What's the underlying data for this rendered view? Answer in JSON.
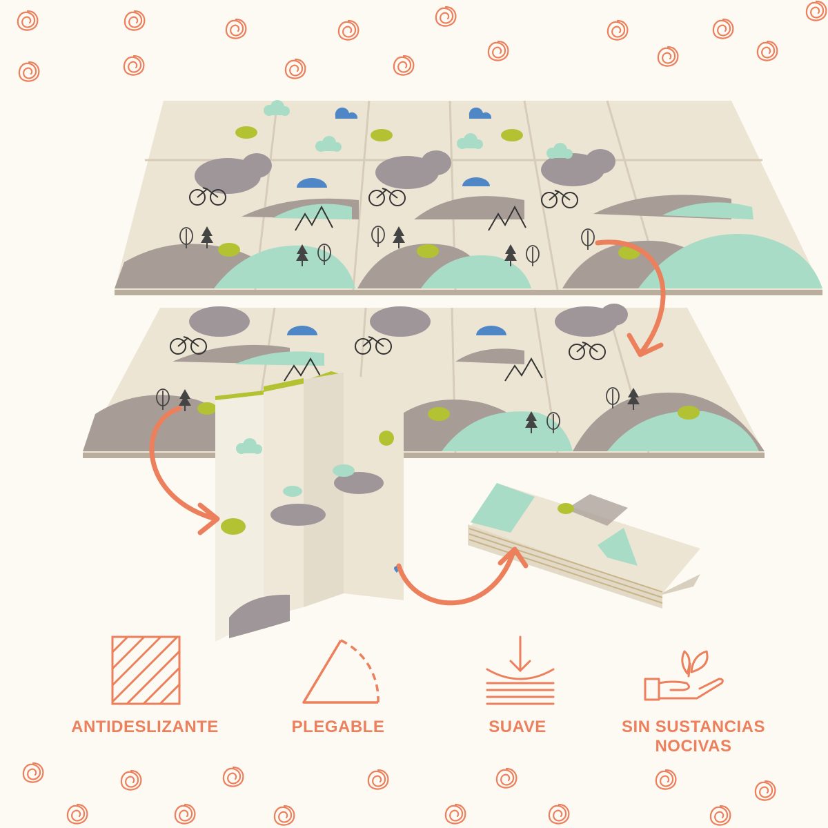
{
  "colors": {
    "background": "#fdfaf4",
    "accent": "#ec7f5c",
    "mat_cream": "#ede5d3",
    "mat_edge": "#b9ad9d",
    "hill_grey": "#a89c97",
    "hill_mint": "#a9dcc6",
    "elephant_grey": "#9f969a",
    "leaf_green": "#b3c232",
    "rain_blue": "#4f86c6"
  },
  "features": [
    {
      "icon": "diagonal-lines-square-icon",
      "label": "ANTIDESLIZANTE"
    },
    {
      "icon": "folding-triangle-icon",
      "label": "PLEGABLE"
    },
    {
      "icon": "soft-layers-arrow-icon",
      "label": "SUAVE"
    },
    {
      "icon": "hand-leaves-icon",
      "label": "SIN SUSTANCIAS\nNOCIVAS"
    }
  ]
}
